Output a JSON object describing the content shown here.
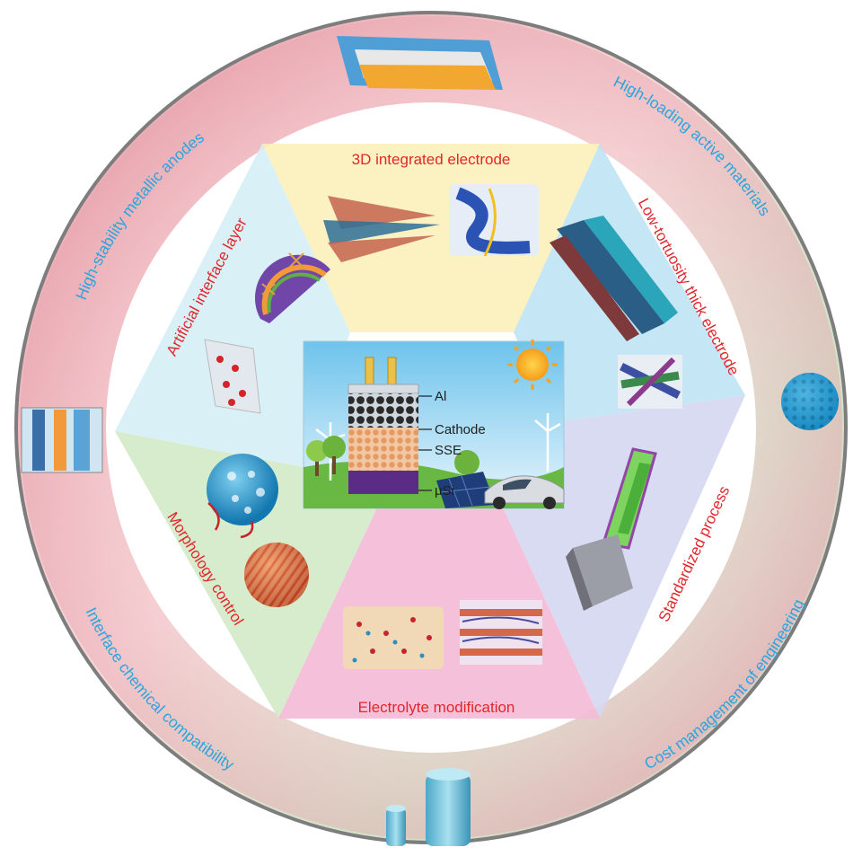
{
  "center": {
    "layers": [
      "Al",
      "Cathode",
      "SSE",
      "μSi"
    ]
  },
  "inner_sectors": [
    "3D integrated electrode",
    "Low-tortuosity thick electrode",
    "Standardized process",
    "Electrolyte modification",
    "Morphology control",
    "Artificial interface layer"
  ],
  "outer_ring": [
    "High-stability metallic anodes",
    "High-loading active materials",
    "Cost management of engineering",
    "Interface chemical compatibility"
  ],
  "colors": {
    "red_label": "#e3262b",
    "blue_label": "#2aa5de",
    "ring_pink": "#e89aa6",
    "ring_green": "#c9e3c3",
    "sector_yellow": "#fdeeb0",
    "sector_blue": "#bfe3f2",
    "sector_lavender": "#d3d6ef",
    "sector_pink": "#f3b7d4",
    "sector_green": "#cfe8c4",
    "sector_lightblue": "#d3ecf4"
  },
  "icons": [
    "sun-icon",
    "wind-turbine-icon",
    "car-icon",
    "solar-panel-icon",
    "tree-icon",
    "battery-cell-icon",
    "sphere-icon"
  ]
}
